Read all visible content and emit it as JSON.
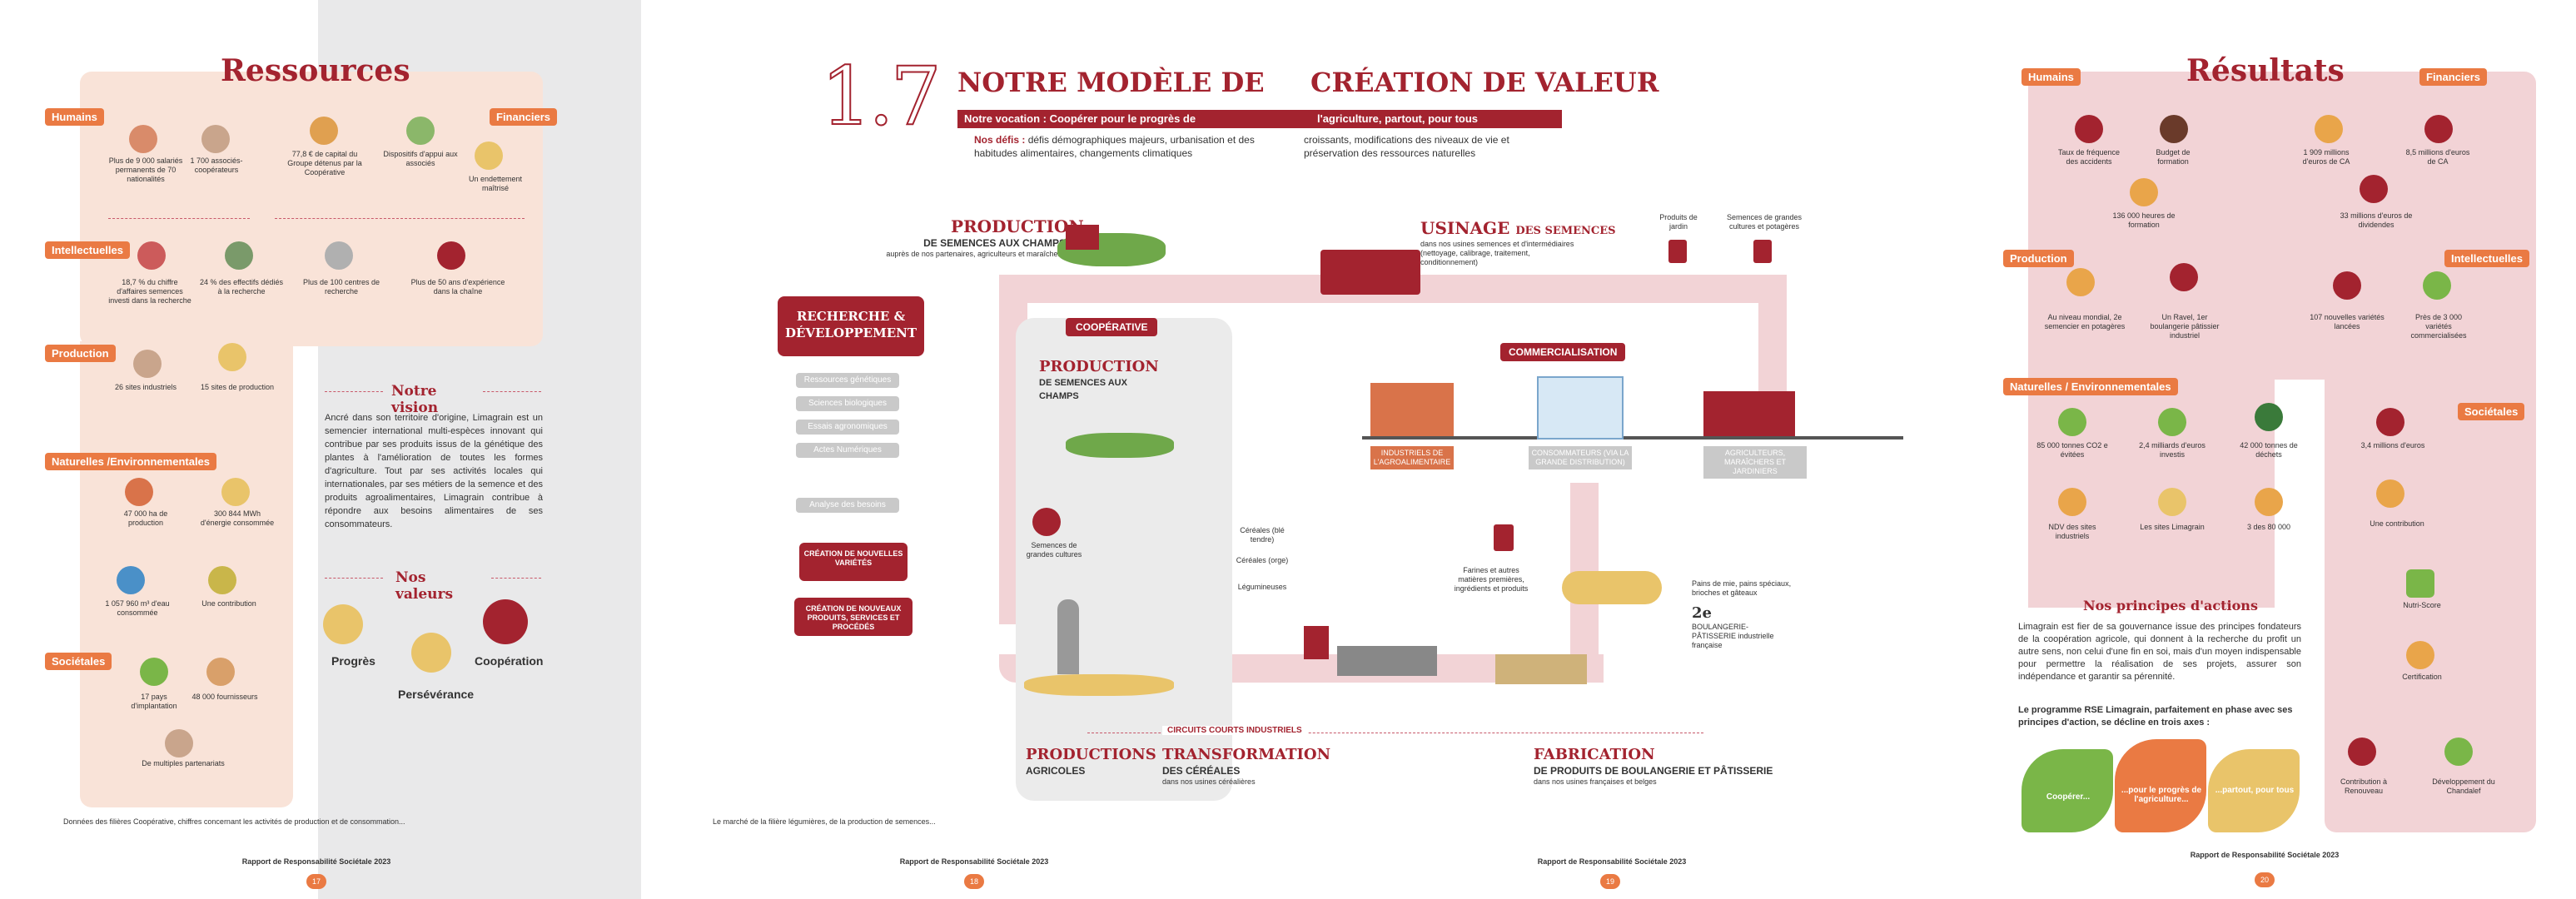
{
  "colors": {
    "accent": "#a3232f",
    "orange": "#ea7a43",
    "peach": "#f9e3d8",
    "pink": "#f2d3d6",
    "grey": "#c9c9c9",
    "green": "#7ab648"
  },
  "p17": {
    "title": "Ressources",
    "tags": {
      "humains": "Humains",
      "financiers": "Financiers",
      "intellectuelles": "Intellectuelles",
      "production": "Production",
      "naturelles": "Naturelles /Environnementales",
      "societales": "Sociétales"
    },
    "humains": [
      "Plus de 9 000 salariés permanents de 70 nationalités",
      "1 700 associés-coopérateurs"
    ],
    "financiers": [
      "77,8 € de capital du Groupe détenus par la Coopérative",
      "Dispositifs d'appui aux associés",
      "Un endettement maîtrisé"
    ],
    "intellectuelles": [
      "18,7 % du chiffre d'affaires semences investi dans la recherche",
      "24 % des effectifs dédiés à la recherche",
      "Plus de 100 centres de recherche",
      "Plus de 50 ans d'expérience dans la chaîne"
    ],
    "production": [
      "26 sites industriels",
      "15 sites de production"
    ],
    "naturelles": [
      "47 000 ha de production",
      "300 844 MWh d'énergie consommée",
      "1 057 960 m³ d'eau consommée",
      "Une contribution"
    ],
    "societales": [
      "17 pays d'implantation",
      "48 000 fournisseurs",
      "De multiples partenariats"
    ],
    "vision_title": "Notre vision",
    "vision_text": "Ancré dans son territoire d'origine, Limagrain est un semencier international multi-espèces innovant qui contribue par ses produits issus de la génétique des plantes à l'amélioration de toutes les formes d'agriculture. Tout par ses activités locales qui internationales, par ses métiers de la semence et des produits agroalimentaires, Limagrain contribue à répondre aux besoins alimentaires de ses consommateurs.",
    "values_title": "Nos valeurs",
    "values": [
      "Progrès",
      "Persévérance",
      "Coopération"
    ],
    "footnote": "Données des filières Coopérative, chiffres concernant les activités de production et de consommation...",
    "footer": "Rapport de Responsabilité Sociétale 2023",
    "page": "17"
  },
  "p18": {
    "number": "1.7",
    "title": "NOTRE MODÈLE DE",
    "vocation": "Notre vocation : Coopérer pour le progrès de",
    "defis_label": "Nos défis :",
    "defis": "défis démographiques majeurs, urbanisation et des habitudes alimentaires, changements climatiques",
    "production_title": "PRODUCTION",
    "production_sub": "DE SEMENCES AUX CHAMPS",
    "production_note": "auprès de nos partenaires, agriculteurs et maraîchers",
    "rd": "RECHERCHE & DÉVELOPPEMENT",
    "rd_pills": [
      "Ressources génétiques",
      "Sciences biologiques",
      "Essais agronomiques",
      "Actes Numériques",
      "Analyse des besoins"
    ],
    "creation1": "CRÉATION DE NOUVELLES VARIÉTÉS",
    "creation2": "CRÉATION DE NOUVEAUX PRODUITS, SERVICES ET PROCÉDÉS",
    "coop": "COOPÉRATIVE",
    "prod2_title": "PRODUCTION",
    "prod2_sub": "DE SEMENCES AUX CHAMPS",
    "semences": "Semences de grandes cultures",
    "productions": "PRODUCTIONS",
    "agricoles": "AGRICOLES",
    "footnote": "Le marché de la filière légumières, de la production de semences...",
    "footer": "Rapport de Responsabilité Sociétale 2023",
    "page": "18"
  },
  "p19": {
    "title": "CRÉATION DE VALEUR",
    "vocation": "l'agriculture, partout, pour tous",
    "defis": "croissants, modifications des niveaux de vie et préservation des ressources naturelles",
    "usinage": "USINAGE",
    "usinage_sub": "DES SEMENCES",
    "usinage_note": "dans nos usines semences et d'intermédiaires (nettoyage, calibrage, traitement, conditionnement)",
    "produits": [
      "Produits de jardin",
      "Semences de grandes cultures et potagères"
    ],
    "commercialisation": "COMMERCIALISATION",
    "grey_labels": [
      "INDUSTRIELS DE L'AGROALIMENTAIRE",
      "CONSOMMATEURS (VIA LA GRANDE DISTRIBUTION)",
      "AGRICULTEURS, MARAÎCHERS ET JARDINIERS"
    ],
    "cereales": [
      "Céréales (blé tendre)",
      "Céréales (orge)",
      "Légumineuses"
    ],
    "farines": "Farines et autres matières premières, ingrédients et produits",
    "pains": "Pains de mie, pains spéciaux, brioches et gâteaux",
    "second": "2e",
    "second_text": "BOULANGERIE-PÂTISSERIE industrielle française",
    "circuits": "CIRCUITS COURTS INDUSTRIELS",
    "transformation": "TRANSFORMATION",
    "transformation_sub": "DES CÉRÉALES",
    "transformation_note": "dans nos usines céréalières",
    "fabrication": "FABRICATION",
    "fabrication_sub": "DE PRODUITS DE BOULANGERIE ET PÂTISSERIE",
    "fabrication_note": "dans nos usines françaises et belges",
    "footer": "Rapport de Responsabilité Sociétale 2023",
    "page": "19"
  },
  "p20": {
    "title": "Résultats",
    "tags": {
      "humains": "Humains",
      "financiers": "Financiers",
      "production": "Production",
      "intellectuelles": "Intellectuelles",
      "naturelles": "Naturelles / Environnementales",
      "societales": "Sociétales"
    },
    "humains": [
      "Taux de fréquence des accidents",
      "Budget de formation",
      "1 909 millions d'euros de CA",
      "8,5 millions d'euros de CA",
      "136 000 heures de formation",
      "33 millions d'euros de dividendes"
    ],
    "production": [
      "Au niveau mondial, 2e semencier en potagères",
      "Un Ravel, 1er boulangerie pâtissier industriel",
      "107 nouvelles variétés lancées",
      "Près de 3 000 variétés commercialisées"
    ],
    "naturelles": [
      "85 000 tonnes CO2 e évitées",
      "2,4 milliards d'euros investis",
      "42 000 tonnes de déchets",
      "3,4 millions d'euros",
      "NDV des sites industriels",
      "Les sites Limagrain",
      "3 des 80 000",
      "Une contribution"
    ],
    "principes_title": "Nos principes d'actions",
    "principes_text": "Limagrain est fier de sa gouvernance issue des principes fondateurs de la coopération agricole, qui donnent à la recherche du profit un autre sens, non celui d'une fin en soi, mais d'un moyen indispensable pour permettre la réalisation de ses projets, assurer son indépendance et garantir sa pérennité.",
    "programme": "Le programme RSE Limagrain, parfaitement en phase avec ses principes d'action, se décline en trois axes :",
    "axes": [
      "Coopérer...",
      "...pour le progrès de l'agriculture...",
      "...partout, pour tous"
    ],
    "soc": [
      "Nutri-Score",
      "Certification",
      "Contribution à Renouveau",
      "Développement du Chandalef"
    ],
    "footer": "Rapport de Responsabilité Sociétale 2023",
    "page": "20"
  }
}
